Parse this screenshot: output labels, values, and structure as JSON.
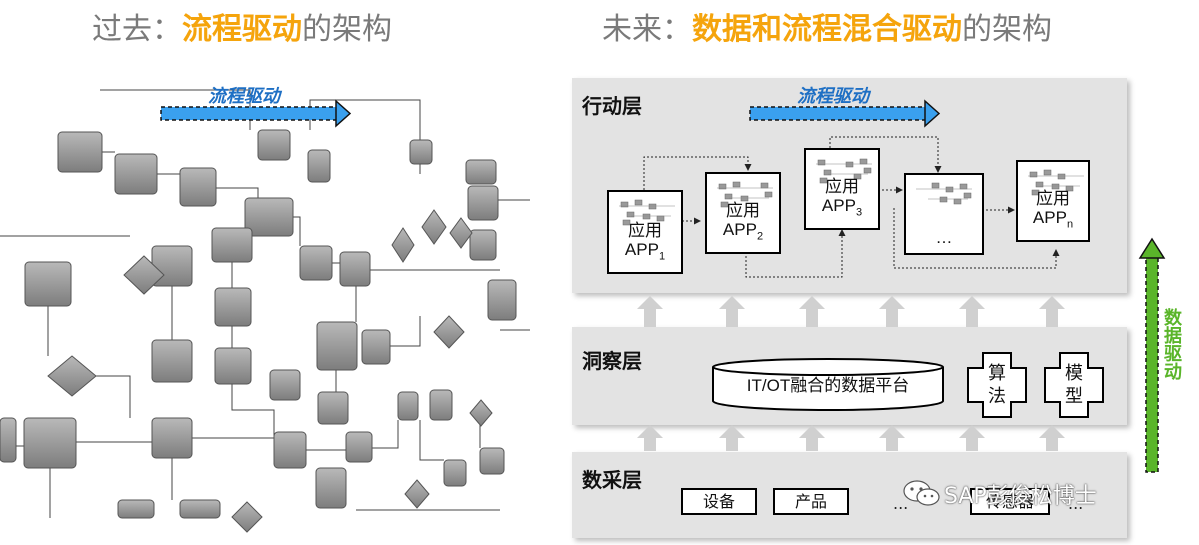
{
  "headings": {
    "left": {
      "prefix": "过去：",
      "accent": "流程驱动",
      "suffix": "的架构"
    },
    "right": {
      "prefix": "未来：",
      "accent": "数据和流程混合驱动",
      "suffix": "的架构"
    }
  },
  "flow_drive_label": "流程驱动",
  "data_drive_label": "数据驱动",
  "layers": {
    "action": "行动层",
    "insight": "洞察层",
    "collect": "数采层"
  },
  "apps": [
    {
      "line1": "应用",
      "line2": "APP",
      "sub": "1"
    },
    {
      "line1": "应用",
      "line2": "APP",
      "sub": "2"
    },
    {
      "line1": "应用",
      "line2": "APP",
      "sub": "3"
    },
    {
      "line1": "…",
      "line2": "",
      "sub": ""
    },
    {
      "line1": "应用",
      "line2": "APP",
      "sub": "n"
    }
  ],
  "insight": {
    "platform": "IT/OT融合的数据平台",
    "algorithm": [
      "算",
      "法"
    ],
    "model": [
      "模",
      "型"
    ]
  },
  "collect": {
    "devices": [
      "设备",
      "产品",
      "传感器"
    ],
    "ellipsis": [
      "...",
      "..."
    ]
  },
  "watermark": "SAP彭俊松博士",
  "colors": {
    "accent": "#f5a40c",
    "flow_blue": "#3aa0ee",
    "data_green": "#5ab52a",
    "layer_gray": "#e3e3e3",
    "node_gray": "#8f8f8f"
  },
  "icons": [
    "wechat-icon",
    "arrow-right-icon",
    "arrow-up-icon"
  ]
}
